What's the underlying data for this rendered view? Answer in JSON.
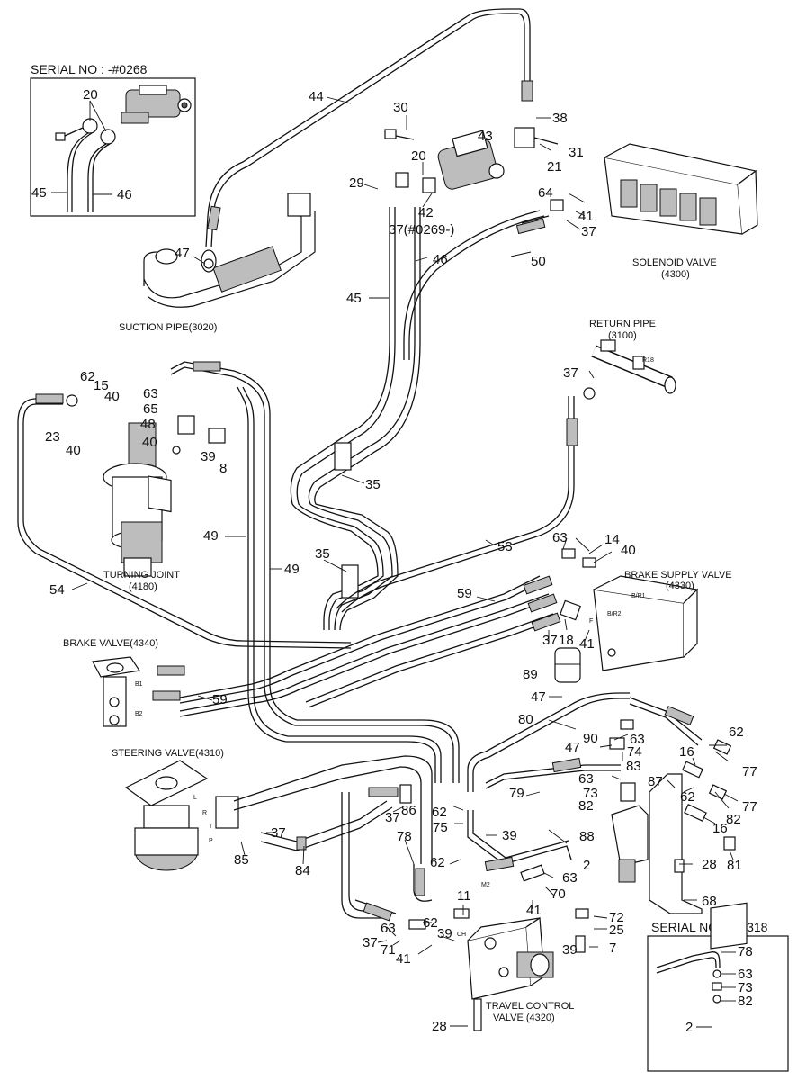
{
  "inset_top": {
    "serial_label": "SERIAL NO : -#0268",
    "callouts": [
      "20",
      "45",
      "46"
    ]
  },
  "inset_bottom": {
    "serial_label": "SERIAL NO : -#0318",
    "callouts": [
      "78",
      "63",
      "73",
      "82",
      "2"
    ]
  },
  "components": {
    "suction_pipe": "SUCTION PIPE(3020)",
    "solenoid_valve": "SOLENOID VALVE",
    "solenoid_valve_code": "(4300)",
    "return_pipe": "RETURN PIPE",
    "return_pipe_code": "(3100)",
    "return_pipe_tag": "R18",
    "turning_joint": "TURNING JOINT",
    "turning_joint_code": "(4180)",
    "brake_supply_valve": "BRAKE SUPPLY VALVE",
    "brake_supply_valve_code": "(4330)",
    "brake_valve": "BRAKE VALVE(4340)",
    "steering_valve": "STEERING VALVE(4310)",
    "travel_control_valve": "TRAVEL CONTROL",
    "travel_control_valve_code": "VALVE (4320)"
  },
  "callouts": {
    "c44": "44",
    "c38": "38",
    "c30": "30",
    "c43": "43",
    "c31": "31",
    "c21": "21",
    "c20": "20",
    "c29": "29",
    "c42": "42",
    "c37_0269": "37(#0269-)",
    "c64": "64",
    "c41a": "41",
    "c37a": "37",
    "c47a": "47",
    "c50": "50",
    "c46": "46",
    "c45": "45",
    "c62a": "62",
    "c15": "15",
    "c40a": "40",
    "c63a": "63",
    "c65": "65",
    "c48": "48",
    "c23": "23",
    "c40b": "40",
    "c40c": "40",
    "c39a": "39",
    "c8": "8",
    "c37b": "37",
    "c35a": "35",
    "c49a": "49",
    "c49b": "49",
    "c35b": "35",
    "c53": "53",
    "c63b": "63",
    "c14": "14",
    "c40d": "40",
    "c54": "54",
    "c59a": "59",
    "c18": "18",
    "c37c": "37",
    "c41b": "41",
    "c89": "89",
    "c47b": "47",
    "c59b": "59",
    "c80": "80",
    "c62b": "62",
    "c90": "90",
    "c63c": "63",
    "c74": "74",
    "c47c": "47",
    "c16a": "16",
    "c77a": "77",
    "c83": "83",
    "c63d": "63",
    "c73": "73",
    "c79": "79",
    "c87": "87",
    "c62c": "62",
    "c77b": "77",
    "c82a": "82",
    "c82b": "82",
    "c16b": "16",
    "c86": "86",
    "c37d": "37",
    "c62d": "62",
    "c75": "75",
    "c39b": "39",
    "c37e": "37",
    "c85": "85",
    "c88": "88",
    "c78": "78",
    "c62e": "62",
    "c2": "2",
    "c28a": "28",
    "c81": "81",
    "c84": "84",
    "c70": "70",
    "c63e": "63",
    "c11": "11",
    "c41c": "41",
    "c68": "68",
    "c63f": "63",
    "c62f": "62",
    "c72": "72",
    "c25": "25",
    "c37f": "37",
    "c71": "71",
    "c39c": "39",
    "c7": "7",
    "c41d": "41",
    "c28b": "28"
  },
  "port_marks": {
    "p_l": "L",
    "p_r": "R",
    "p_t": "T",
    "p_p": "P",
    "p_br1": "B/R1",
    "p_br2": "B/R2",
    "p_b1": "B1",
    "p_b2": "B2",
    "p_ch": "CH",
    "p_m2": "M2",
    "p_f": "F"
  }
}
